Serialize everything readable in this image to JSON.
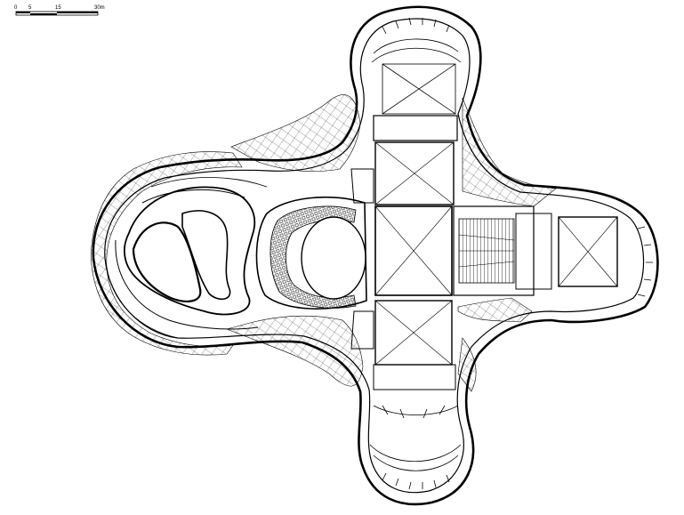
{
  "scale_bar": {
    "labels": [
      "0",
      "5",
      "15",
      "30m"
    ]
  },
  "colors": {
    "line": "#000000",
    "background": "#ffffff"
  }
}
